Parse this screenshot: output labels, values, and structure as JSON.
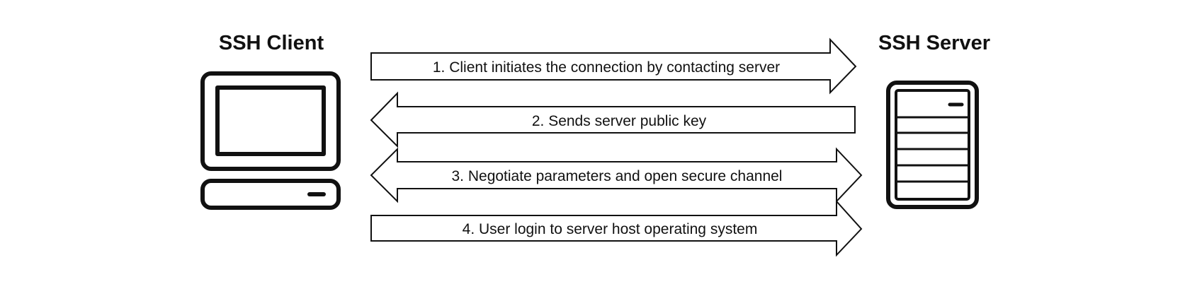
{
  "client": {
    "title": "SSH Client",
    "icon": "desktop-computer-icon"
  },
  "server": {
    "title": "SSH Server",
    "icon": "server-rack-icon"
  },
  "steps": [
    {
      "label": "1. Client initiates the connection by contacting server",
      "direction": "client-to-server"
    },
    {
      "label": "2. Sends server public key",
      "direction": "server-to-client"
    },
    {
      "label": "3. Negotiate parameters and open secure channel",
      "direction": "bidirectional"
    },
    {
      "label": "4. User login to server host operating system",
      "direction": "client-to-server"
    }
  ],
  "colors": {
    "stroke": "#111111",
    "background": "#ffffff"
  }
}
